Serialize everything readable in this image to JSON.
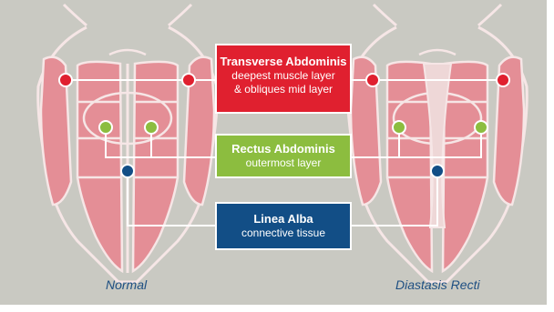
{
  "labels": {
    "transverse": {
      "title": "Transverse Abdominis",
      "line1": "deepest muscle layer",
      "line2": "& obliques mid layer"
    },
    "rectus": {
      "title": "Rectus Abdominis",
      "line1": "outermost layer"
    },
    "linea": {
      "title": "Linea Alba",
      "line1": "connective tissue"
    }
  },
  "captions": {
    "normal": "Normal",
    "diastasis": "Diastasis Recti"
  },
  "colors": {
    "background": "#c9c9c2",
    "muscle": "#e48e96",
    "muscle_line": "#f6e6e6",
    "transverse": "#e0202f",
    "rectus": "#8cbd3f",
    "linea": "#124e86",
    "caption": "#1e4f82"
  }
}
